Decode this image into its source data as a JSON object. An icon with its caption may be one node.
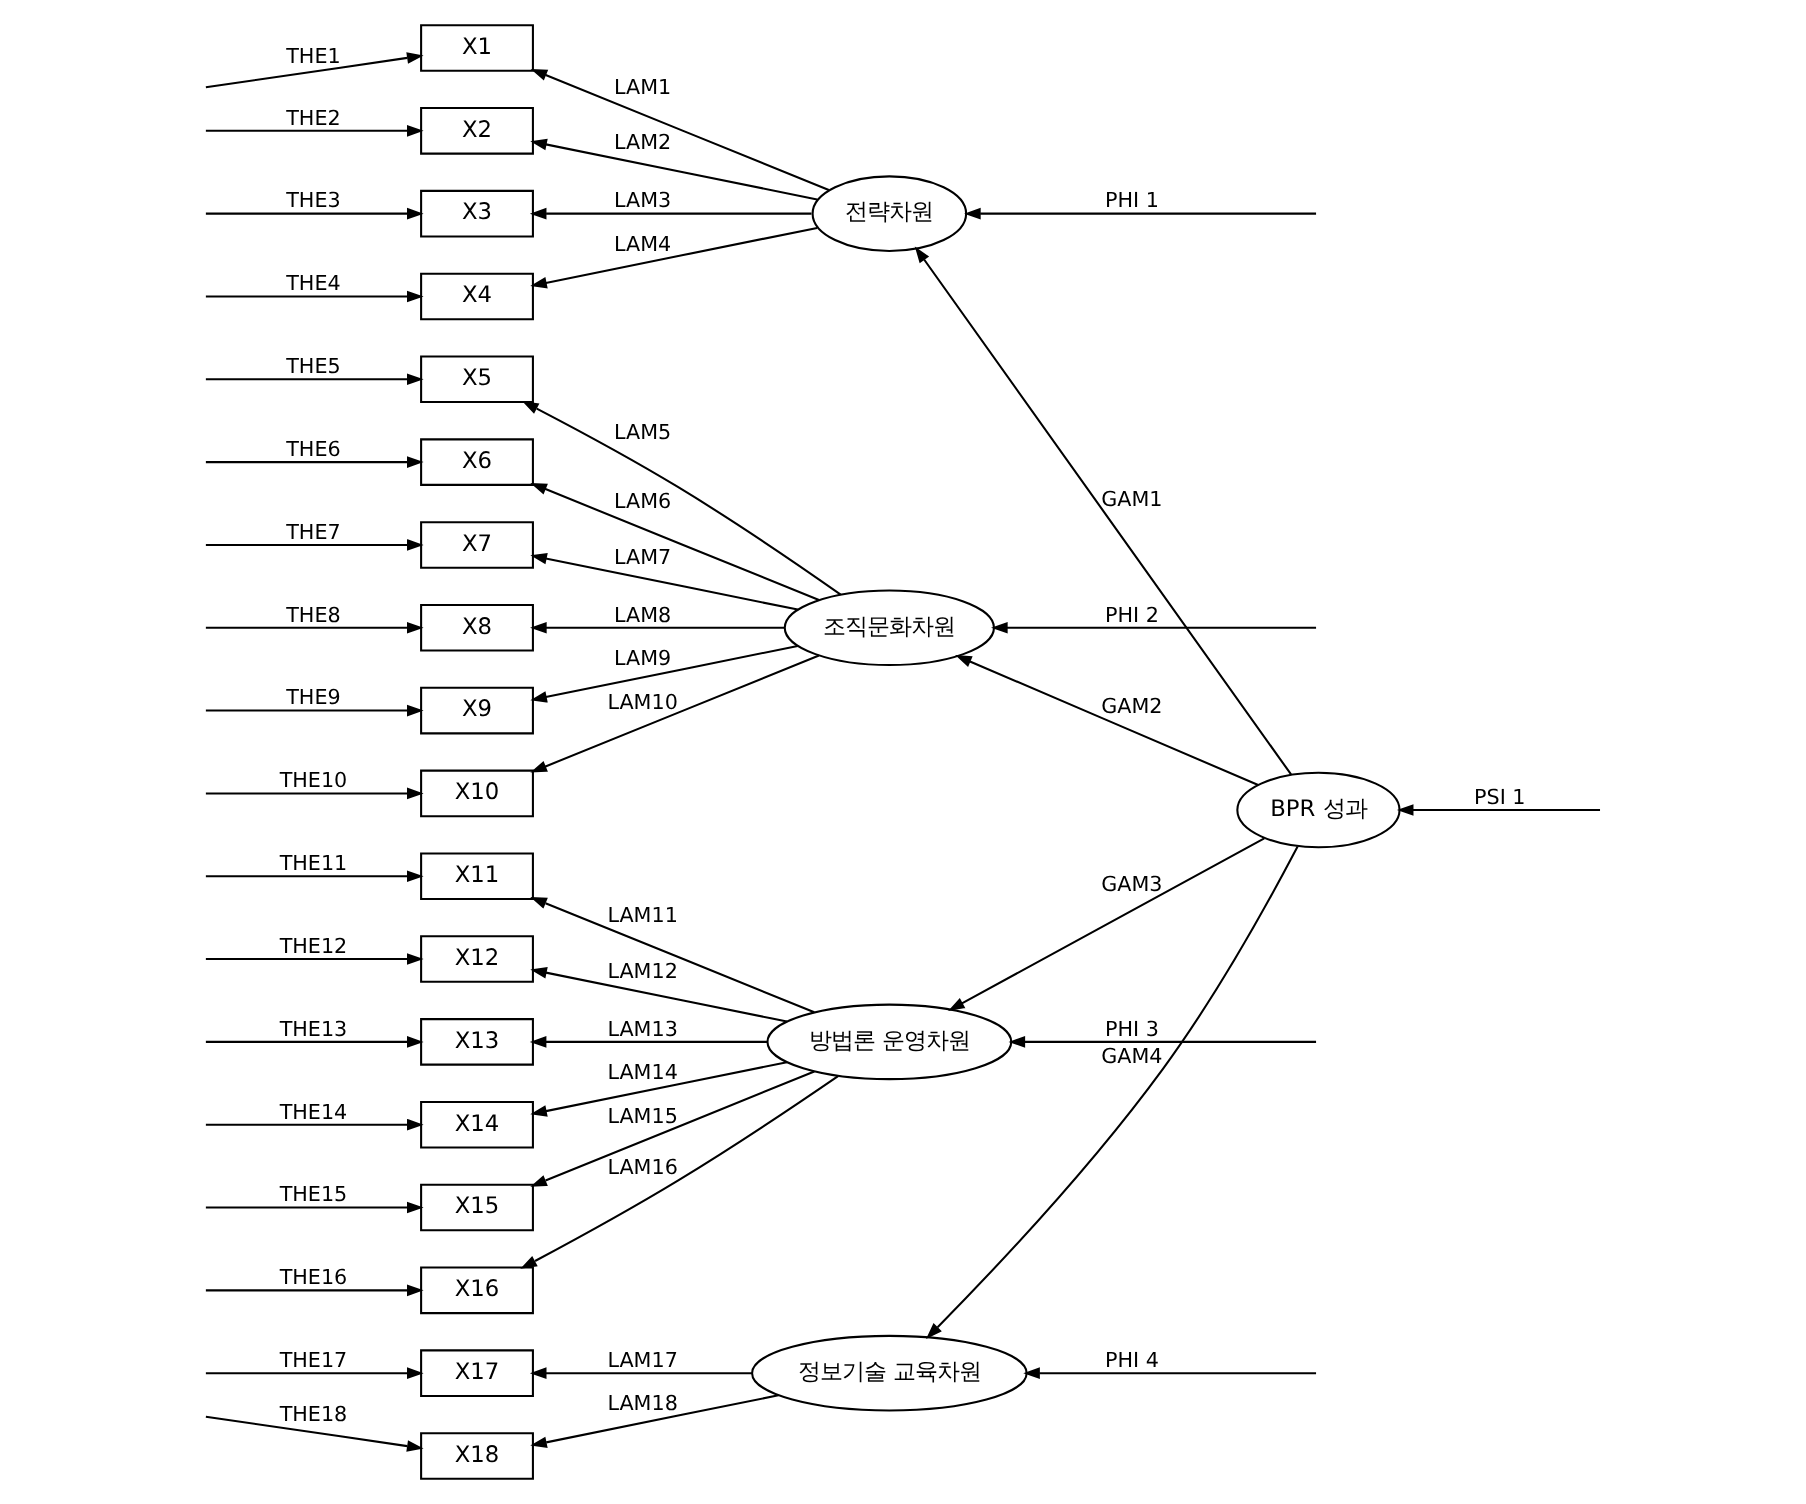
{
  "diagram": {
    "nodes": [
      {
        "text": [
          "X1"
        ]
      },
      {
        "text": [
          "X2"
        ]
      },
      {
        "text": [
          "X3"
        ]
      },
      {
        "text": [
          "X4"
        ]
      },
      {
        "text": [
          "X5"
        ]
      },
      {
        "text": [
          "X6"
        ]
      },
      {
        "text": [
          "X7"
        ]
      },
      {
        "text": [
          "X8"
        ]
      },
      {
        "text": [
          "X9"
        ]
      },
      {
        "text": [
          "X10"
        ]
      },
      {
        "text": [
          "X11"
        ]
      },
      {
        "text": [
          "X12"
        ]
      },
      {
        "text": [
          "X13"
        ]
      },
      {
        "text": [
          "X14"
        ]
      },
      {
        "text": [
          "X15"
        ]
      },
      {
        "text": [
          "X16"
        ]
      },
      {
        "text": [
          "X17"
        ]
      },
      {
        "text": [
          "X18"
        ]
      },
      {
        "text": [
          "전략차원"
        ]
      },
      {
        "text": [
          "조직문화차원"
        ]
      },
      {
        "text": [
          "방법론 운영차원"
        ]
      },
      {
        "text": [
          "정보기술 교육차원"
        ]
      },
      {
        "text": [
          "BPR 성과"
        ]
      }
    ],
    "edges": [
      {
        "from": null,
        "to": 0,
        "arrow": "to",
        "label": "THE1"
      },
      {
        "from": null,
        "to": 1,
        "arrow": "to",
        "label": "THE2"
      },
      {
        "from": null,
        "to": 2,
        "arrow": "to",
        "label": "THE3"
      },
      {
        "from": null,
        "to": 3,
        "arrow": "to",
        "label": "THE4"
      },
      {
        "from": null,
        "to": 4,
        "arrow": "to",
        "label": "THE5"
      },
      {
        "from": null,
        "to": 5,
        "arrow": "to",
        "label": "THE6"
      },
      {
        "from": null,
        "to": 6,
        "arrow": "to",
        "label": "THE7"
      },
      {
        "from": null,
        "to": 7,
        "arrow": "to",
        "label": "THE8"
      },
      {
        "from": null,
        "to": 8,
        "arrow": "to",
        "label": "THE9"
      },
      {
        "from": null,
        "to": 9,
        "arrow": "to",
        "label": "THE10"
      },
      {
        "from": null,
        "to": 10,
        "arrow": "to",
        "label": "THE11"
      },
      {
        "from": null,
        "to": 11,
        "arrow": "to",
        "label": "THE12"
      },
      {
        "from": null,
        "to": 12,
        "arrow": "to",
        "label": "THE13"
      },
      {
        "from": null,
        "to": 13,
        "arrow": "to",
        "label": "THE14"
      },
      {
        "from": null,
        "to": 14,
        "arrow": "to",
        "label": "THE15"
      },
      {
        "from": null,
        "to": 15,
        "arrow": "to",
        "label": "THE16"
      },
      {
        "from": null,
        "to": 16,
        "arrow": "to",
        "label": "THE17"
      },
      {
        "from": null,
        "to": 17,
        "arrow": "to",
        "label": "THE18"
      },
      {
        "from": 18,
        "to": 0,
        "arrow": "to",
        "label": "LAM1"
      },
      {
        "from": 18,
        "to": 1,
        "arrow": "to",
        "label": "LAM2"
      },
      {
        "from": 18,
        "to": 2,
        "arrow": "to",
        "label": "LAM3"
      },
      {
        "from": 18,
        "to": 3,
        "arrow": "to",
        "label": "LAM4"
      },
      {
        "from": 19,
        "to": 4,
        "arrow": "to",
        "label": "LAM5"
      },
      {
        "from": 19,
        "to": 5,
        "arrow": "to",
        "label": "LAM6"
      },
      {
        "from": 19,
        "to": 6,
        "arrow": "to",
        "label": "LAM7"
      },
      {
        "from": 19,
        "to": 7,
        "arrow": "to",
        "label": "LAM8"
      },
      {
        "from": 19,
        "to": 8,
        "arrow": "to",
        "label": "LAM9"
      },
      {
        "from": 19,
        "to": 9,
        "arrow": "to",
        "label": "LAM10"
      },
      {
        "from": 20,
        "to": 10,
        "arrow": "to",
        "label": "LAM11"
      },
      {
        "from": 20,
        "to": 11,
        "arrow": "to",
        "label": "LAM12"
      },
      {
        "from": 20,
        "to": 12,
        "arrow": "to",
        "label": "LAM13"
      },
      {
        "from": 20,
        "to": 13,
        "arrow": "to",
        "label": "LAM14"
      },
      {
        "from": 20,
        "to": 14,
        "arrow": "to",
        "label": "LAM15"
      },
      {
        "from": 20,
        "to": 15,
        "arrow": "to",
        "label": "LAM16"
      },
      {
        "from": 21,
        "to": 16,
        "arrow": "to",
        "label": "LAM17"
      },
      {
        "from": 21,
        "to": 17,
        "arrow": "to",
        "label": "LAM18"
      },
      {
        "from": null,
        "to": 18,
        "arrow": "to",
        "label": "PHI 1"
      },
      {
        "from": null,
        "to": 19,
        "arrow": "to",
        "label": "PHI 2"
      },
      {
        "from": null,
        "to": 20,
        "arrow": "to",
        "label": "PHI 3"
      },
      {
        "from": null,
        "to": 21,
        "arrow": "to",
        "label": "PHI 4"
      },
      {
        "from": 22,
        "to": 18,
        "arrow": "to",
        "label": "GAM1"
      },
      {
        "from": 22,
        "to": 19,
        "arrow": "to",
        "label": "GAM2"
      },
      {
        "from": 22,
        "to": 20,
        "arrow": "to",
        "label": "GAM3"
      },
      {
        "from": 22,
        "to": 21,
        "arrow": "to",
        "label": "GAM4"
      },
      {
        "from": null,
        "to": 22,
        "arrow": "to",
        "label": "PSI 1"
      }
    ]
  }
}
